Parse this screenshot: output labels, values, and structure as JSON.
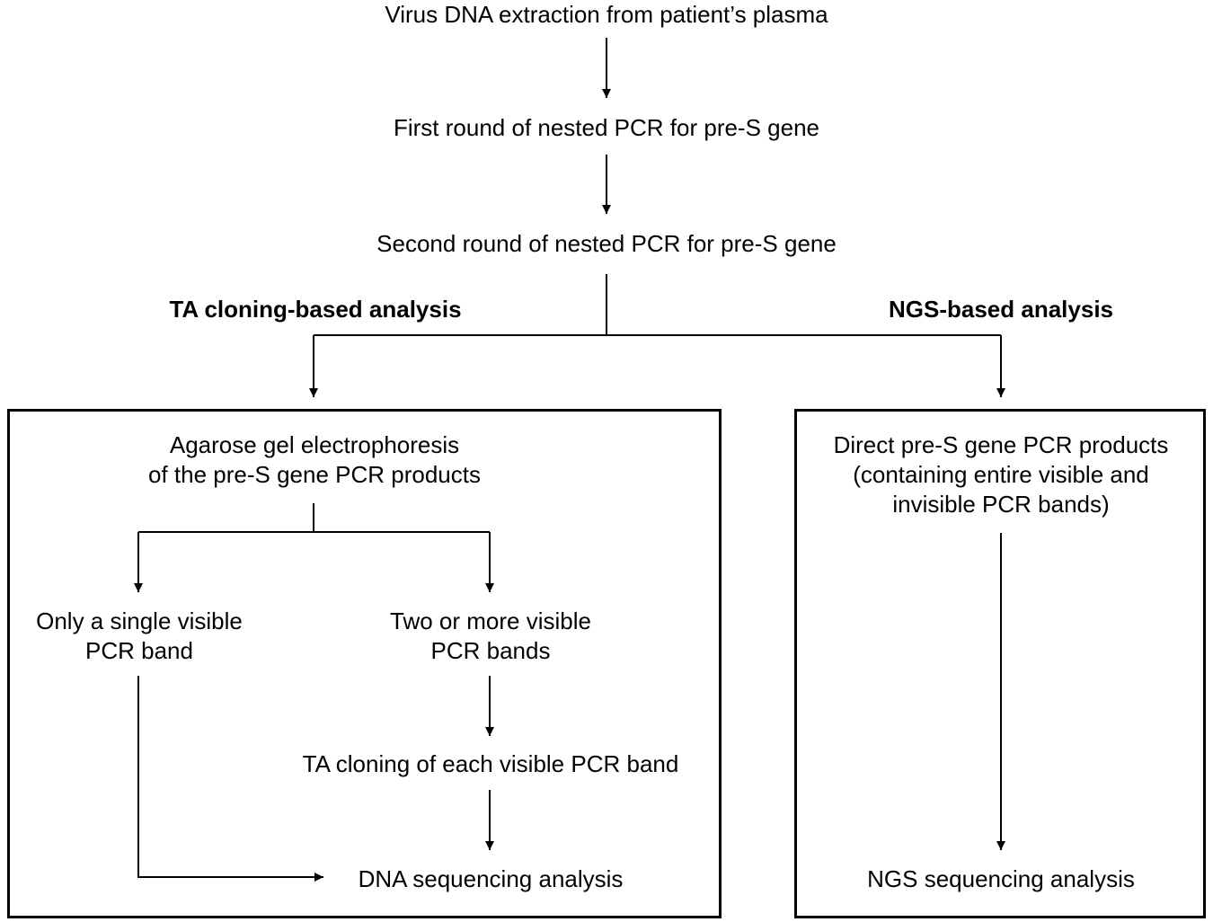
{
  "steps": {
    "extraction": "Virus DNA extraction from patient’s plasma",
    "first_pcr": "First round of nested PCR for pre-S gene",
    "second_pcr": "Second round of nested PCR for pre-S gene"
  },
  "branches": {
    "ta_heading": "TA cloning-based analysis",
    "ngs_heading": "NGS-based analysis"
  },
  "ta_box": {
    "gel_line1": "Agarose gel electrophoresis",
    "gel_line2": "of the pre-S gene PCR products",
    "single_line1": "Only a single visible",
    "single_line2": "PCR band",
    "multi_line1": "Two or more visible",
    "multi_line2": "PCR bands",
    "cloning": "TA cloning of each visible PCR band",
    "sequencing": "DNA sequencing analysis"
  },
  "ngs_box": {
    "direct_line1": "Direct pre-S gene PCR products",
    "direct_line2": "(containing entire visible and",
    "direct_line3": "invisible PCR bands)",
    "sequencing": "NGS sequencing analysis"
  }
}
